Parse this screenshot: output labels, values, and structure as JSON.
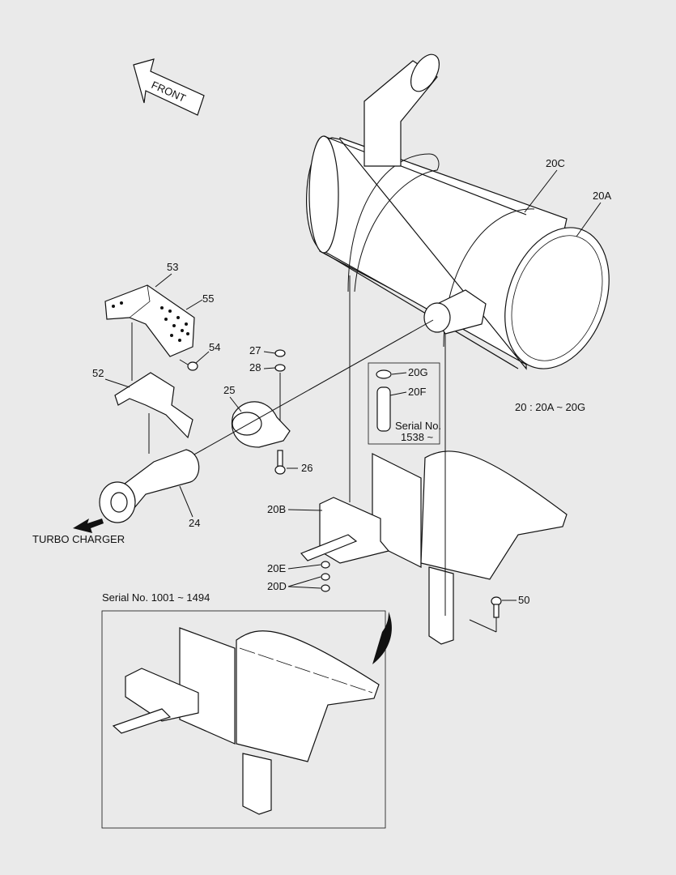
{
  "diagram": {
    "front_label": "FRONT",
    "turbo_label": "TURBO CHARGER",
    "note_range": "20 : 20A ~ 20G",
    "serial_box_title": "Serial No.",
    "serial_box_value": "1538 ~",
    "inset_title": "Serial No. 1001 ~ 1494",
    "callouts": {
      "c20C": "20C",
      "c20A": "20A",
      "c53": "53",
      "c55": "55",
      "c54": "54",
      "c52": "52",
      "c27": "27",
      "c28": "28",
      "c25": "25",
      "c26": "26",
      "c24": "24",
      "c20G": "20G",
      "c20F": "20F",
      "c20B": "20B",
      "c20E": "20E",
      "c20D": "20D",
      "c50": "50"
    }
  }
}
